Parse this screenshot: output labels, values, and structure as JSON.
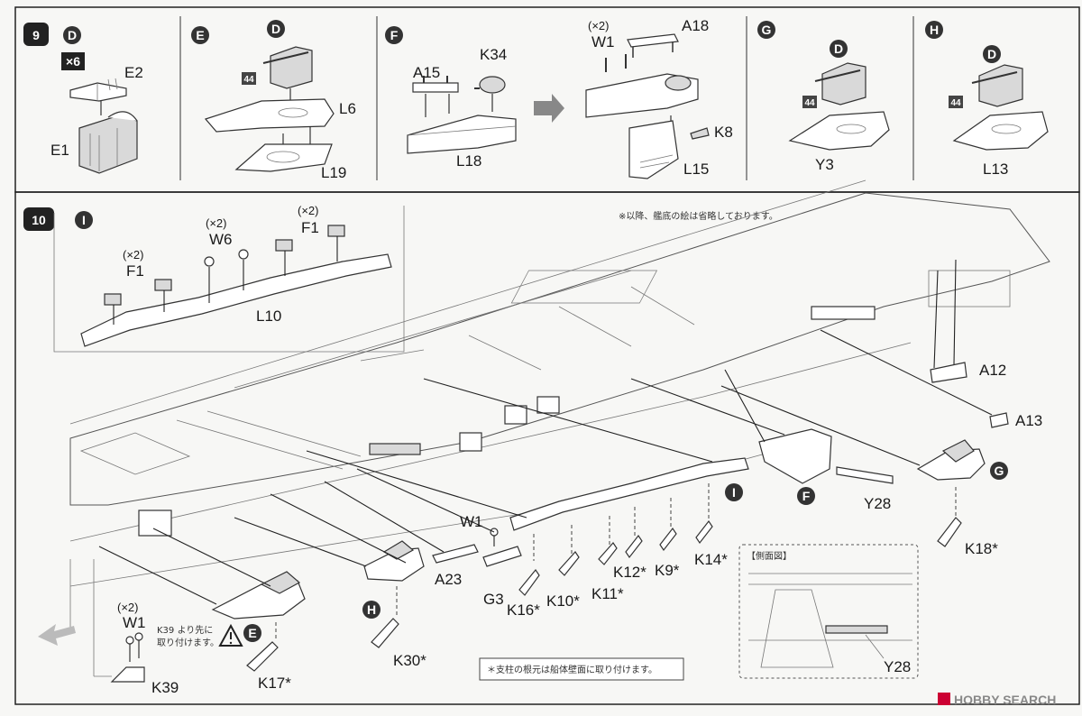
{
  "step9": {
    "number": "9",
    "panels": {
      "D": {
        "circle": "D",
        "multiplier": "×6",
        "parts": [
          "E2",
          "E1"
        ]
      },
      "E": {
        "circle": "E",
        "sub_circle": "D",
        "badge": "44",
        "parts": [
          "L6",
          "L19"
        ]
      },
      "F": {
        "circle": "F",
        "parts": [
          "A15",
          "K34",
          "L18",
          "A18",
          "W1",
          "K8",
          "L15"
        ],
        "w1_qty": "(×2)"
      },
      "G": {
        "circle": "G",
        "sub_circle": "D",
        "badge": "44",
        "parts": [
          "Y3"
        ]
      },
      "H": {
        "circle": "H",
        "sub_circle": "D",
        "badge": "44",
        "parts": [
          "L13"
        ]
      }
    }
  },
  "step10": {
    "number": "10",
    "note_top": "※以降、艦底の絵は省略しております。",
    "inset_I": {
      "circle": "I",
      "labels": [
        {
          "qty": "(×2)",
          "part": "F1"
        },
        {
          "qty": "(×2)",
          "part": "W6"
        },
        {
          "qty": "(×2)",
          "part": "F1"
        }
      ],
      "base": "L10"
    },
    "parts": {
      "a12": "A12",
      "a13": "A13",
      "y28": "Y28",
      "k18": "K18*",
      "w1": "W1",
      "a23": "A23",
      "g3": "G3",
      "k16": "K16*",
      "k10": "K10*",
      "k11": "K11*",
      "k12": "K12*",
      "k9": "K9*",
      "k14": "K14*",
      "k30": "K30*",
      "k17": "K17*",
      "k39": "K39",
      "w1_qty": "(×2)"
    },
    "callouts": {
      "i": "I",
      "f": "F",
      "g": "G",
      "h": "H",
      "e": "E"
    },
    "k39_note_line1": "K39 より先に",
    "k39_note_line2": "取り付けます。",
    "side_view": {
      "title": "【側面図】",
      "part": "Y28"
    },
    "footnote": "＊支柱の根元は船体壁面に取り付けます。"
  },
  "watermark": "HOBBY SEARCH"
}
